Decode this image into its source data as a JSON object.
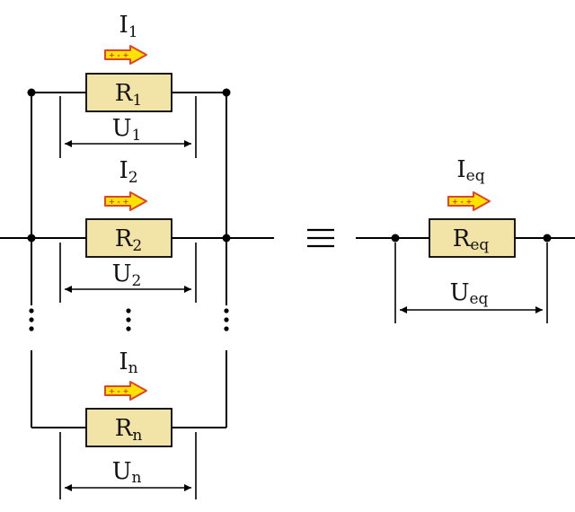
{
  "branches": [
    {
      "current": "I",
      "current_sub": "1",
      "resistor": "R",
      "resistor_sub": "1",
      "voltage": "U",
      "voltage_sub": "1"
    },
    {
      "current": "I",
      "current_sub": "2",
      "resistor": "R",
      "resistor_sub": "2",
      "voltage": "U",
      "voltage_sub": "2"
    },
    {
      "current": "I",
      "current_sub": "n",
      "resistor": "R",
      "resistor_sub": "n",
      "voltage": "U",
      "voltage_sub": "n"
    }
  ],
  "equivalent": {
    "current": "I",
    "current_sub": "eq",
    "resistor": "R",
    "resistor_sub": "eq",
    "voltage": "U",
    "voltage_sub": "eq"
  },
  "arrow_sign_text": "+ - +",
  "equiv_symbol": "≡",
  "colors": {
    "resistor_fill": "#f2e4a6",
    "arrow_fill": "#ffe300",
    "arrow_stroke": "#e0442a"
  }
}
